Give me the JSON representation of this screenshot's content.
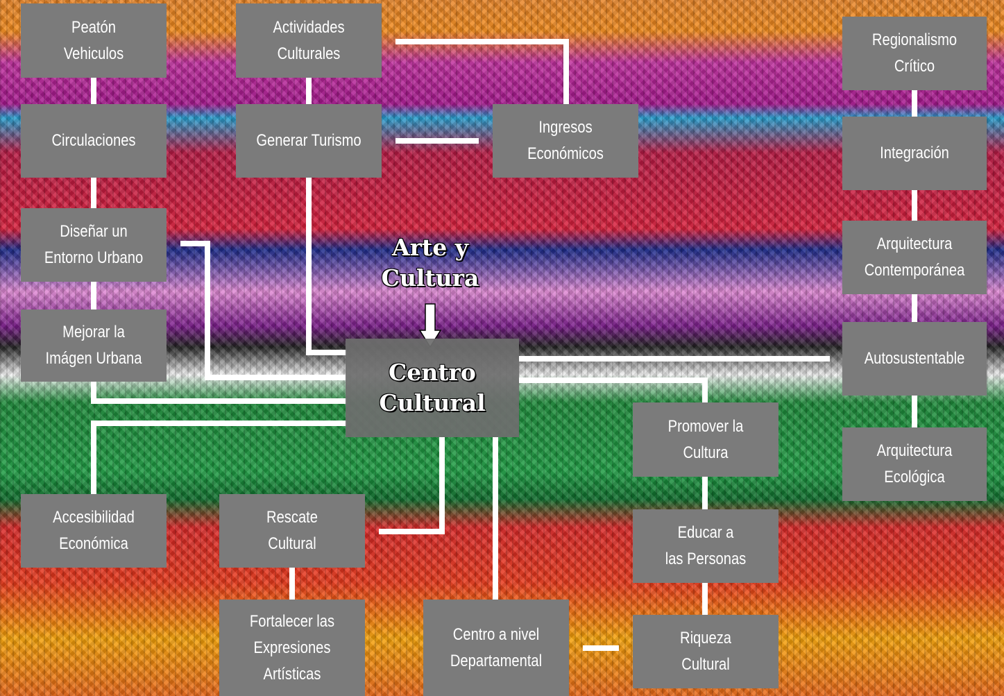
{
  "title": "Arte y\nCultura",
  "center": "Centro\nCultural",
  "nodes": {
    "peaton": "Peatón\nVehiculos",
    "actividades": "Actividades\nCulturales",
    "regionalismo": "Regionalismo\nCrítico",
    "circulaciones": "Circulaciones",
    "turismo": "Generar Turismo",
    "ingresos": "Ingresos\nEconómicos",
    "integracion": "Integración",
    "disenar": "Diseñar un\nEntorno Urbano",
    "arq_contemporanea": "Arquitectura\nContemporánea",
    "mejorar": "Mejorar la\nImágen Urbana",
    "autosustentable": "Autosustentable",
    "promover": "Promover la\nCultura",
    "arq_ecologica": "Arquitectura\nEcológica",
    "accesibilidad": "Accesibilidad\nEconómica",
    "rescate": "Rescate\nCultural",
    "educar": "Educar a\nlas Personas",
    "fortalecer": "Fortalecer las\nExpresiones\nArtísticas",
    "departamental": "Centro a nivel\nDepartamental",
    "riqueza": "Riqueza\nCultural"
  },
  "colors": {
    "box": "#7b7b7b",
    "line": "#ffffff",
    "text": "#ffffff"
  }
}
